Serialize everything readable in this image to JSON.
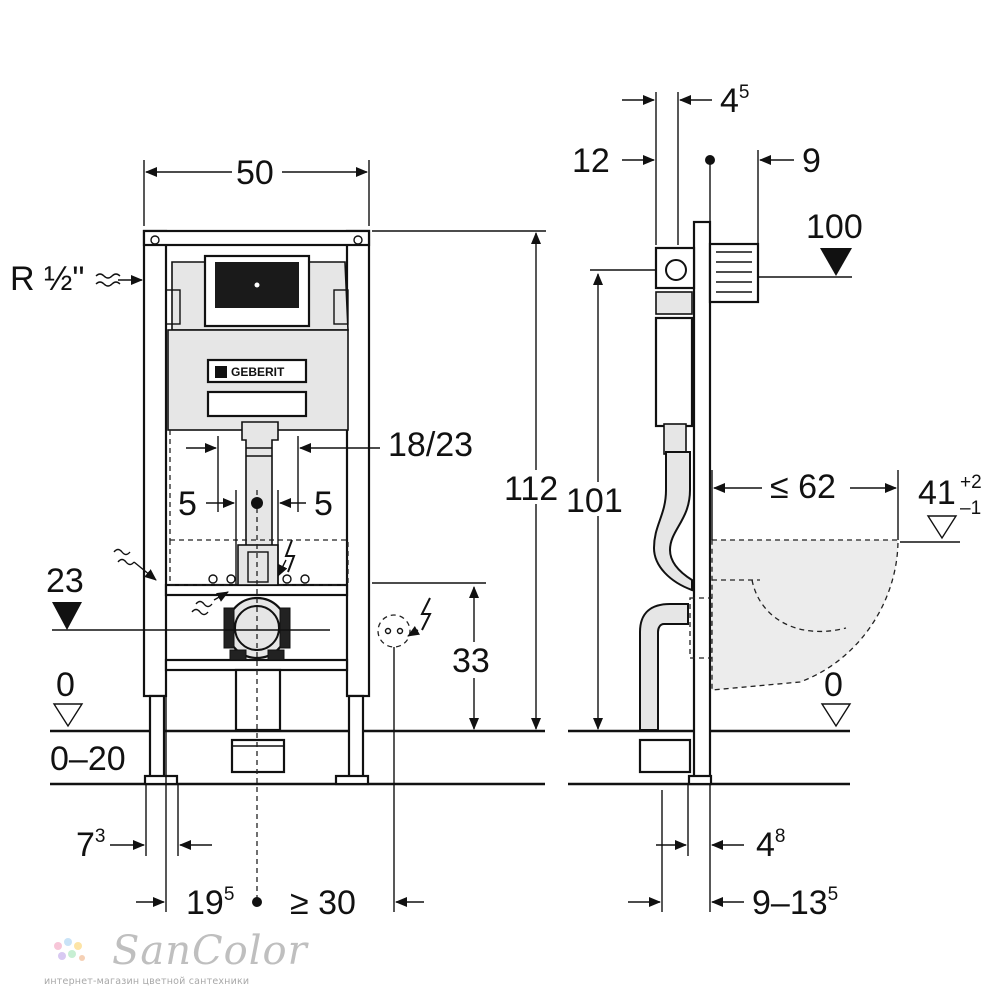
{
  "front_view": {
    "width": "50",
    "inlet": "R ½\"",
    "height_total": "112",
    "pipe_spacing": "18/23",
    "offset_left": "5",
    "offset_right": "5",
    "inlet_height": "23",
    "socket_height": "33",
    "floor_level": "0",
    "floor_range": "0–20",
    "leg_offset": {
      "base": "7",
      "sup": "3"
    },
    "axis_offset": {
      "base": "19",
      "sup": "5"
    },
    "min_distance": "≥ 30"
  },
  "side_view": {
    "dim_top_a": {
      "base": "4",
      "sup": "5"
    },
    "dim_12": "12",
    "dim_9": "9",
    "dim_100": "100",
    "height_101": "101",
    "max_depth": "≤ 62",
    "bowl_height": {
      "base": "41",
      "sup_top": "+2",
      "sup_bottom": "–1"
    },
    "floor_level": "0",
    "dim_bottom_a": {
      "base": "4",
      "sup": "8"
    },
    "dim_bottom_b": {
      "base": "9–13",
      "sup": "5"
    }
  },
  "logo": {
    "text": "GEBERIT"
  },
  "watermark": {
    "title": "SanColor",
    "subtitle": "интернет-магазин цветной сантехники"
  }
}
